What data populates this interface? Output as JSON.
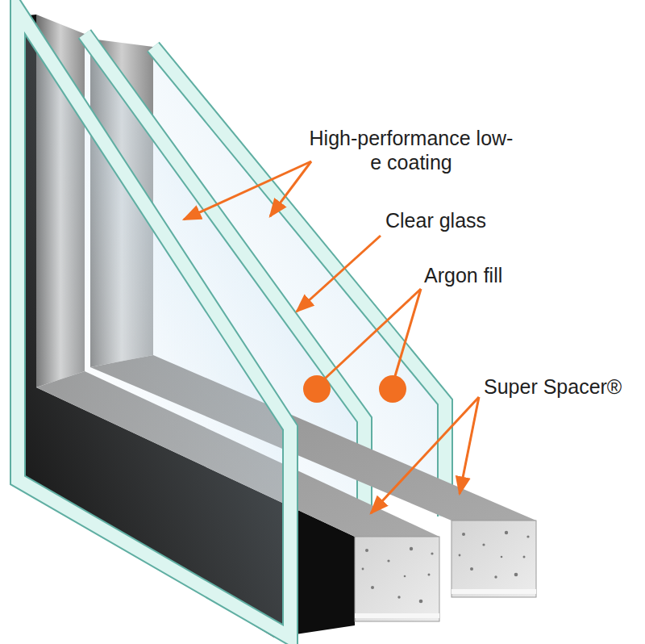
{
  "diagram": {
    "labels": [
      "High-performance low-e coating",
      "Clear glass",
      "Argon fill",
      "Super Spacer®"
    ]
  }
}
